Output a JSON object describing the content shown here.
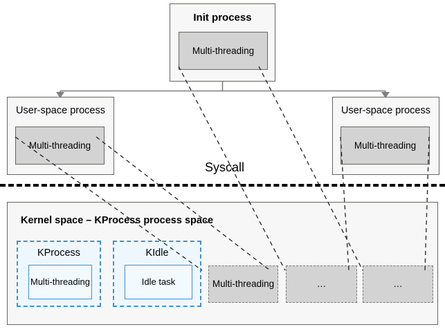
{
  "diagram": {
    "title_label": "Init process",
    "syscall_label": "Syscall",
    "kernel_space_label": "Kernel space – KProcess process space",
    "colors": {
      "process_fill": "#f7f7f7",
      "process_border": "#66655f",
      "thread_fill": "#d3d3d3",
      "thread_border": "#66655f",
      "kernel_accent": "#3b93d4",
      "kernel_inner_fill": "#eff7fe",
      "arrow": "#7f7f7f",
      "divider": "#000000"
    },
    "init_process": {
      "title": "Init process",
      "thread_label": "Multi-threading"
    },
    "user_processes": [
      {
        "title": "User-space process",
        "thread_label": "Multi-threading"
      },
      {
        "title": "User-space process",
        "thread_label": "Multi-threading"
      }
    ],
    "kernel": {
      "header": "Kernel space – KProcess process space",
      "groups": [
        {
          "title": "KProcess",
          "inner_label": "Multi-​threading"
        },
        {
          "title": "KIdle",
          "inner_label": "Idle task"
        }
      ],
      "threads": [
        {
          "label": "Multi-threading"
        },
        {
          "label": "…"
        },
        {
          "label": "…"
        }
      ]
    }
  }
}
